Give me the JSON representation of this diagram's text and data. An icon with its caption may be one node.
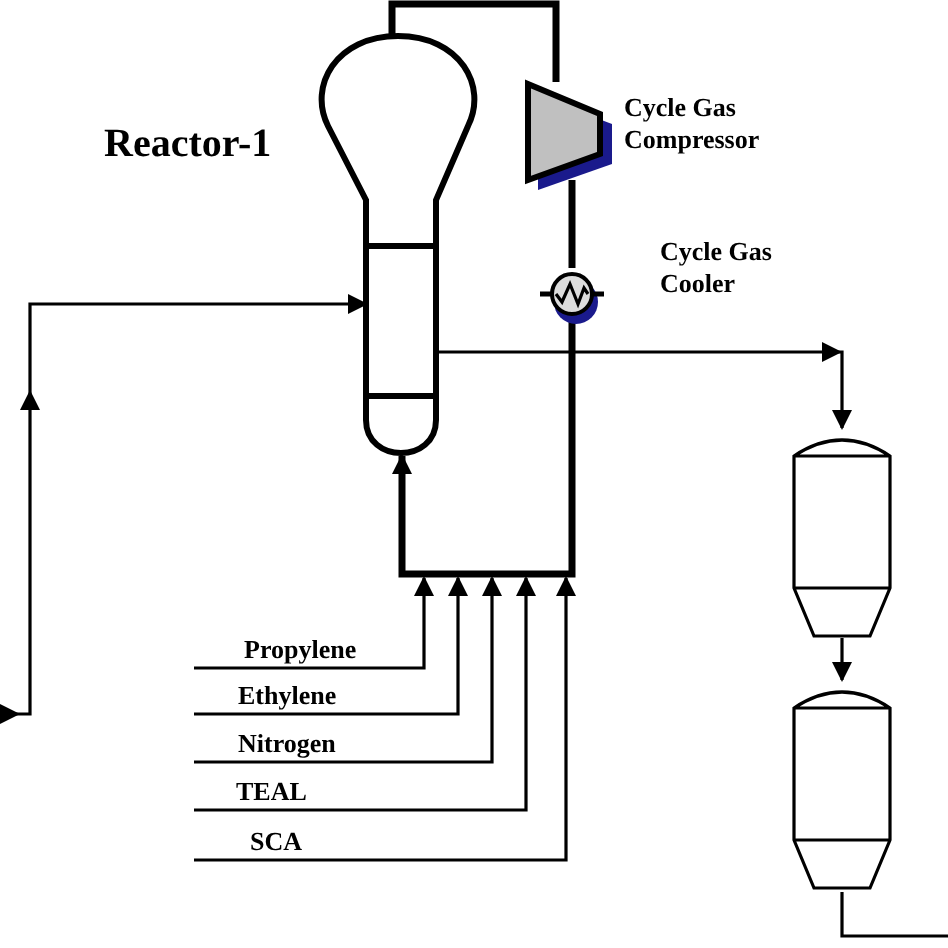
{
  "diagram": {
    "nodes": [
      {
        "text": [
          "Reactor-1"
        ]
      },
      {
        "text": [
          "Cycle Gas Compressor"
        ]
      },
      {
        "text": [
          "Cycle Gas Cooler"
        ]
      },
      {
        "text": [],
        "shape": "cylinder"
      },
      {
        "text": [],
        "shape": "cylinder"
      },
      {
        "text": [
          "Propylene"
        ]
      },
      {
        "text": [
          "Ethylene"
        ]
      },
      {
        "text": [
          "Nitrogen"
        ]
      },
      {
        "text": [
          "TEAL"
        ]
      },
      {
        "text": [
          "SCA"
        ]
      }
    ],
    "edges": [
      {
        "from": 0,
        "to": 1,
        "arrow": "none",
        "style": "thick"
      },
      {
        "from": 1,
        "to": 2,
        "arrow": "none",
        "style": "thick"
      },
      {
        "from": 2,
        "to": 0,
        "arrow": "to",
        "style": "thick"
      },
      {
        "from": 5,
        "to": null,
        "arrow": "to"
      },
      {
        "from": 6,
        "to": null,
        "arrow": "to"
      },
      {
        "from": 7,
        "to": null,
        "arrow": "to"
      },
      {
        "from": 8,
        "to": null,
        "arrow": "to"
      },
      {
        "from": 9,
        "to": null,
        "arrow": "to"
      },
      {
        "from": 0,
        "to": 3,
        "arrow": "to"
      },
      {
        "from": 3,
        "to": 4,
        "arrow": "to"
      },
      {
        "from": 4,
        "to": null,
        "arrow": "none"
      },
      {
        "from": null,
        "to": 0,
        "arrow": "to"
      }
    ]
  }
}
